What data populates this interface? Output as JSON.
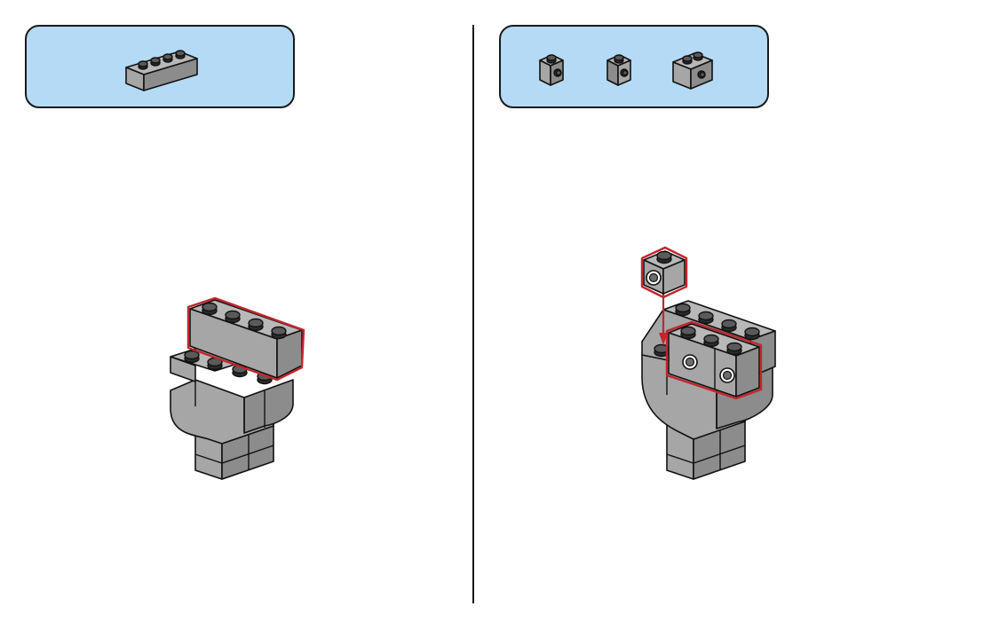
{
  "instructions": {
    "left_step": {
      "parts_callout": {
        "parts": [
          "brick-1x4"
        ]
      },
      "highlight_color": "#c1272d"
    },
    "right_step": {
      "parts_callout": {
        "parts": [
          "brick-1x1-with-side-stud",
          "brick-1x1-with-side-stud",
          "brick-1x2-with-side-stud"
        ]
      },
      "highlight_color": "#c1272d"
    },
    "callout_color": "#b4daf5",
    "brick_color": "#a6a6a6"
  }
}
